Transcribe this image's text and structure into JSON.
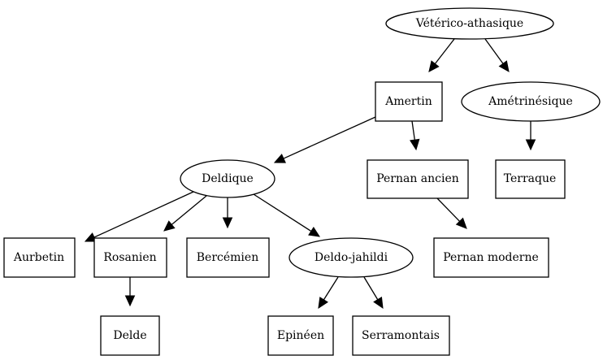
{
  "diagram": {
    "nodes": {
      "veterico": "Vétérico-athasique",
      "amertin": "Amertin",
      "ametrinesique": "Amétrinésique",
      "deldique": "Deldique",
      "pernan_ancien": "Pernan ancien",
      "terraque": "Terraque",
      "aurbetin": "Aurbetin",
      "rosanien": "Rosanien",
      "bercemien": "Bercémien",
      "deldo_jahildi": "Deldo-jahildi",
      "pernan_moderne": "Pernan moderne",
      "delde": "Delde",
      "epineen": "Epinéen",
      "serramontais": "Serramontais"
    },
    "edges": [
      [
        "veterico",
        "amertin"
      ],
      [
        "veterico",
        "ametrinesique"
      ],
      [
        "amertin",
        "deldique"
      ],
      [
        "amertin",
        "pernan_ancien"
      ],
      [
        "ametrinesique",
        "terraque"
      ],
      [
        "deldique",
        "aurbetin"
      ],
      [
        "deldique",
        "rosanien"
      ],
      [
        "deldique",
        "bercemien"
      ],
      [
        "deldique",
        "deldo_jahildi"
      ],
      [
        "pernan_ancien",
        "pernan_moderne"
      ],
      [
        "rosanien",
        "delde"
      ],
      [
        "deldo_jahildi",
        "epineen"
      ],
      [
        "deldo_jahildi",
        "serramontais"
      ]
    ]
  }
}
